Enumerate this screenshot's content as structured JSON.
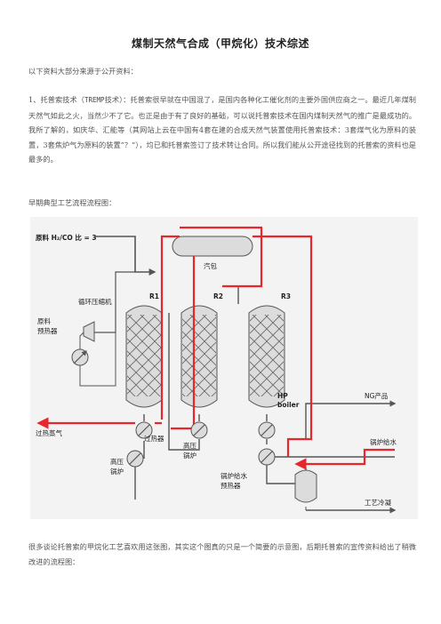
{
  "document": {
    "title": "煤制天然气合成（甲烷化）技术综述",
    "intro": "以下资料大部分来源于公开资料：",
    "tremp_paragraph": {
      "lead": "1、托普索技术（",
      "code": "TREMP",
      "rest": "技术）：托普索很早就在中国混了，是国内各种化工催化剂的主要外国供应商之一。最近几年煤制天然气如此之火，当然少不了它。也正是由于有了良好的基础，可以说托普索技术在国内煤制天然气的推广是最成功的。我所了解的，如庆华、汇能等（其网站上云在中国有4套在建的合成天然气装置使用托普索技术：3套煤气化为原料的装置，3套焦炉气为原料的装置”？“），均已和托普索签订了技术转让合同。所以我们能从公开途径找到的托普索的资料也是最多的。"
    },
    "early_flow_caption": "早期典型工艺流程流程图：",
    "bottom_paragraph": "很多谈论托普索的甲烷化工艺喜欢用这张图，其实这个图真的只是一个简要的示意图，后期托普索的宣传资料给出了稍微改进的流程图："
  },
  "diagram": {
    "labels": {
      "feed": "原料 H₂/CO 比 = 3",
      "steam_drum": "汽包",
      "r1": "R1",
      "r2": "R2",
      "r3": "R3",
      "recycle_compressor": "循环压缩机",
      "feed_preheater_1": "原料",
      "feed_preheater_2": "预热器",
      "superheated_steam": "过热蒸气",
      "superheater": "过热器",
      "hp_boiler_1_line1": "高压",
      "hp_boiler_1_line2": "锅炉",
      "hp_boiler_2_line1": "高压",
      "hp_boiler_2_line2": "锅炉",
      "hp_boiler_en_1": "HP",
      "hp_boiler_en_2": "boiler",
      "ng_product": "NG产品",
      "boiler_feedwater": "锅炉给水",
      "bfw_preheater_1": "锅炉给水",
      "bfw_preheater_2": "预热器",
      "process_condensate": "工艺冷凝"
    },
    "colors": {
      "steam_line": "#e8262b",
      "process_line": "#555555",
      "vessel_fill": "#dcdcdc",
      "vessel_stroke": "#555555",
      "background": "#f3f3f3"
    }
  }
}
